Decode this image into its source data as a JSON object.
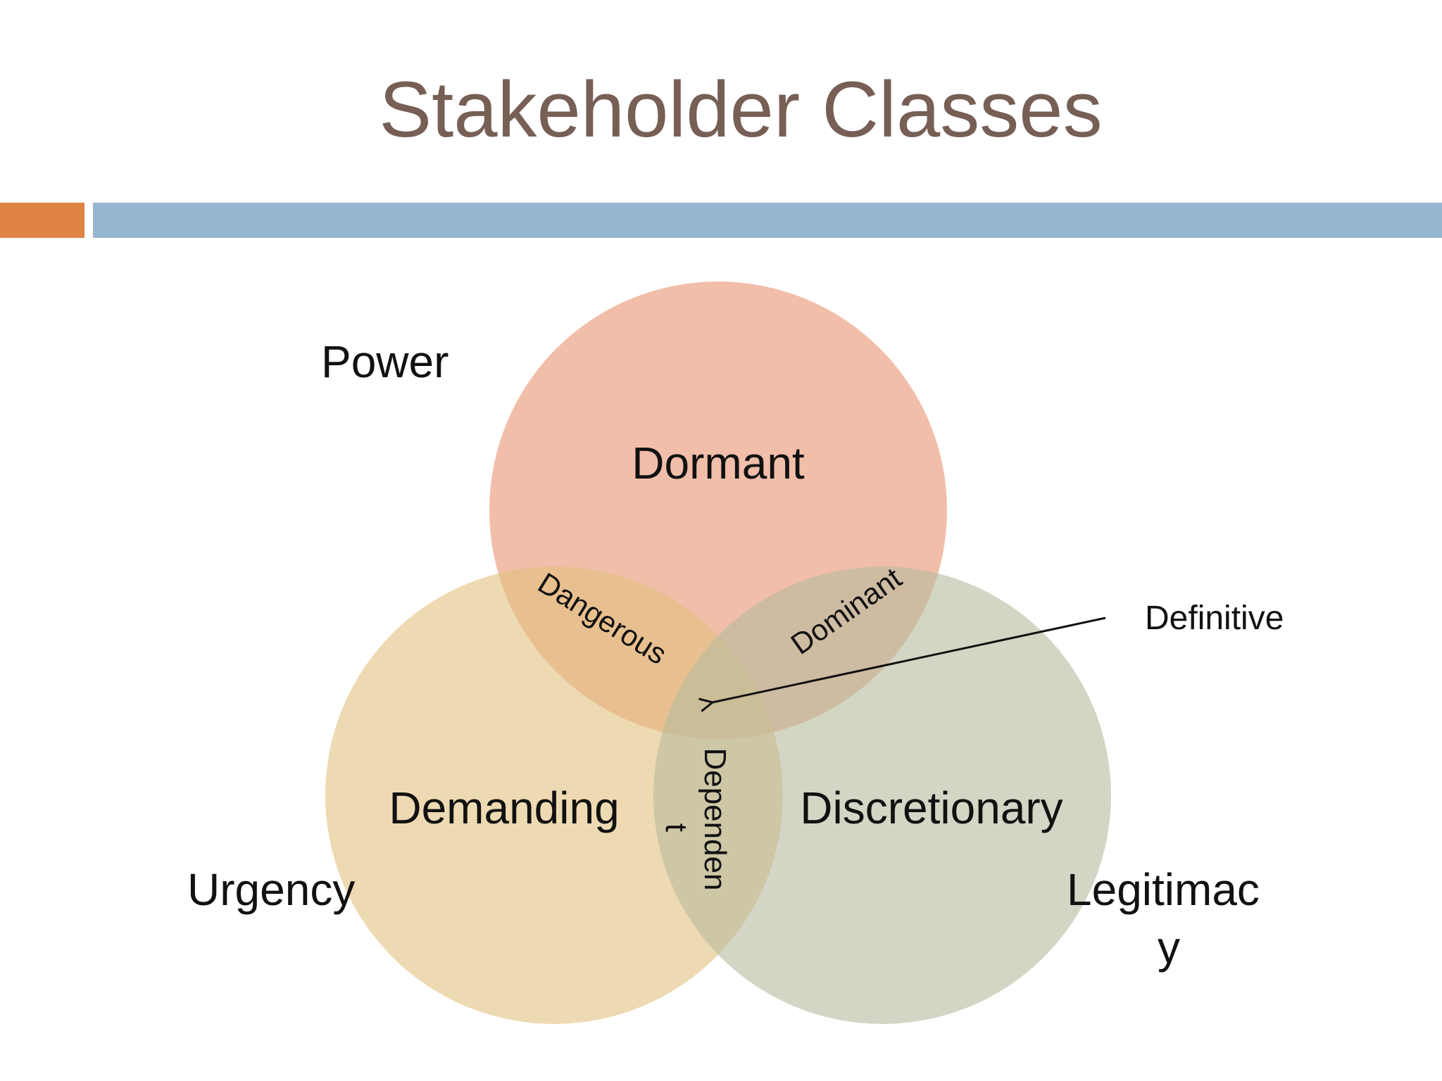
{
  "slide": {
    "title": "Stakeholder Classes"
  },
  "colors": {
    "title": "#775f55",
    "accent_bar_orange": "#df8345",
    "accent_bar_blue": "#96b5d1",
    "circle_power": "#e89370",
    "circle_urgency": "#e2c17f",
    "circle_legitimacy": "#b8bb9f"
  },
  "diagram": {
    "sets": {
      "power": "Power",
      "urgency": "Urgency",
      "legitimacy_line1": "Legitimac",
      "legitimacy_line2": "y"
    },
    "regions": {
      "dormant": "Dormant",
      "demanding": "Demanding",
      "discretionary": "Discretionary",
      "dangerous": "Dangerous",
      "dominant": "Dominant",
      "dependent_line1": "Dependen",
      "dependent_line2": "t",
      "definitive": "Definitive"
    }
  }
}
